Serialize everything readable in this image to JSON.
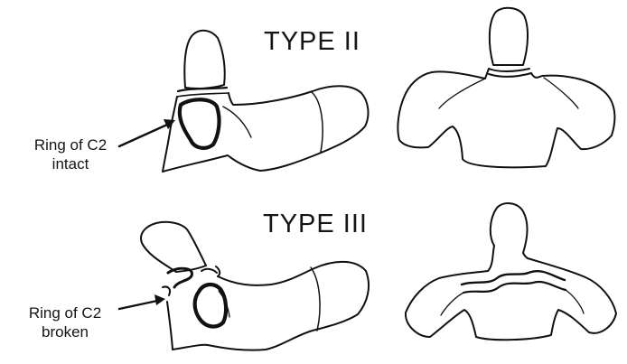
{
  "sections": [
    {
      "title": "TYPE II",
      "label_line1": "Ring of C2",
      "label_line2": "intact"
    },
    {
      "title": "TYPE III",
      "label_line1": "Ring of C2",
      "label_line2": "broken"
    }
  ],
  "colors": {
    "ink": "#111111",
    "background": "#ffffff"
  }
}
